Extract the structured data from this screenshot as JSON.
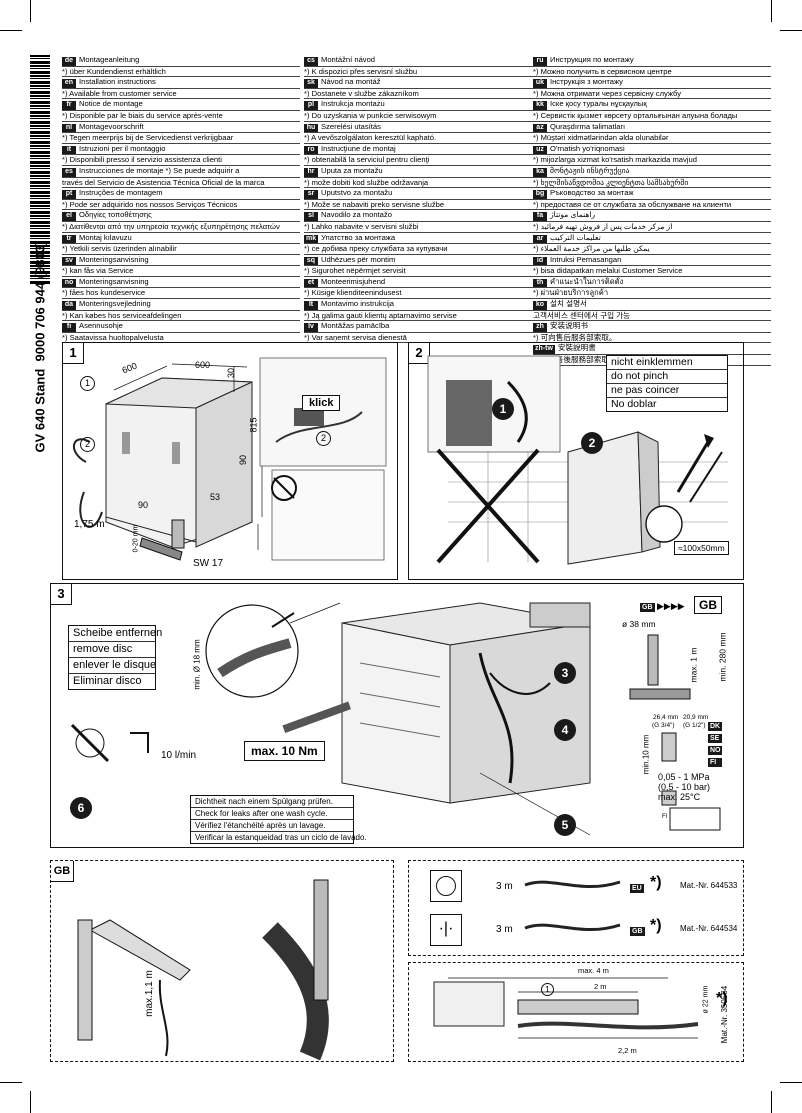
{
  "model_title": "GV 640 Stand",
  "doc_number": "9000 706 944 (9803)",
  "languages": {
    "col1": [
      {
        "code": "de",
        "title": "Montageanleitung",
        "note": "*) über Kundendienst erhältlich"
      },
      {
        "code": "en",
        "title": "Installation instructions",
        "note": "*) Available from customer service"
      },
      {
        "code": "fr",
        "title": "Notice de montage",
        "note": "*) Disponible par le biais du service après-vente"
      },
      {
        "code": "nl",
        "title": "Montagevoorschrift",
        "note": "*) Tegen meerprijs bij de Servicedienst verkrijgbaar"
      },
      {
        "code": "it",
        "title": "Istruzioni per il montaggio",
        "note": "*) Disponibili presso il servizio assistenza clienti"
      },
      {
        "code": "es",
        "title": "Instrucciones de montaje    *) Se puede adquirir a",
        "note": "través del Servicio de Asistencia Técnica Oficial de la marca"
      },
      {
        "code": "pt",
        "title": "Instruções de montagem",
        "note": "*) Pode ser adquirido nos nossos Serviços Técnicos"
      },
      {
        "code": "el",
        "title": "Οδηγίες τοποθέτησης",
        "note": "*) Διατίθενται από την υπηρεσία τεχνικής εξυπηρέτησης πελατών"
      },
      {
        "code": "tr",
        "title": "Montaj kılavuzu",
        "note": "*) Yetkili servis üzerinden alınabilir"
      },
      {
        "code": "sv",
        "title": "Monteringsanvisning",
        "note": "*) kan fås via Service"
      },
      {
        "code": "no",
        "title": "Monteringsanvisning",
        "note": "*) fåes hos kundeservice"
      },
      {
        "code": "da",
        "title": "Monteringsvejledning",
        "note": "*) Kan købes hos serviceafdelingen"
      },
      {
        "code": "fi",
        "title": "Asennusohje",
        "note": "*) Saatavissa huoltopalvelusta"
      }
    ],
    "col2": [
      {
        "code": "cs",
        "title": "Montážní návod",
        "note": "*) K dispozici přes servisní službu"
      },
      {
        "code": "sk",
        "title": "Návod na montáž",
        "note": "*) Dostanete v službe zákazníkom"
      },
      {
        "code": "pl",
        "title": "Instrukcja montażu",
        "note": "*) Do uzyskania w punkcie serwisowym"
      },
      {
        "code": "hu",
        "title": "Szerelési utasítás",
        "note": "*) A vevőszolgálaton keresztül kapható."
      },
      {
        "code": "ro",
        "title": "Instrucţiune de montaj",
        "note": "*) obtenabilă la serviciul pentru clienţi"
      },
      {
        "code": "hr",
        "title": "Uputa za montažu",
        "note": "*) može dobiti kod službe održavanja"
      },
      {
        "code": "sr",
        "title": "Uputstvo za montažu",
        "note": "*) Može se nabaviti preko servisne službe"
      },
      {
        "code": "sl",
        "title": "Navodilo za montažo",
        "note": "*) Lahko nabavite v servisni službi"
      },
      {
        "code": "mk",
        "title": "Упатство за монтажа",
        "note": "*) се добива преку службата за купувачи"
      },
      {
        "code": "sq",
        "title": "Udhëzues për montim",
        "note": "*) Sigurohet nëpërmjet servisit"
      },
      {
        "code": "et",
        "title": "Monteerimisjuhend",
        "note": "*) Küsige klienditeenindusest"
      },
      {
        "code": "lt",
        "title": "Montavimo instrukcija",
        "note": "*) Ją galima gauti klientų aptarnavimo servise"
      },
      {
        "code": "lv",
        "title": "Montāžas pamācība",
        "note": "*) Var saņemt servisa dienestā"
      }
    ],
    "col3": [
      {
        "code": "ru",
        "title": "Инструкция по монтажу",
        "note": "*) Можно получить в сервисном центре"
      },
      {
        "code": "uk",
        "title": "Інструкція з монтажу",
        "note": "*) Можна отримати через сервісну службу"
      },
      {
        "code": "kk",
        "title": "Іске қосу туралы нұсқаулық",
        "note": "*) Сервистік қызмет көрсету орталығынан алуына болады"
      },
      {
        "code": "az",
        "title": "Quraşdırma təlimatları",
        "note": "*) Müştəri xidmətlərindən əldə olunabilər"
      },
      {
        "code": "uz",
        "title": "O'rnatish yo'riqnomasi",
        "note": "*) mijozlarga xizmat ko'rsatish markazida mavjud"
      },
      {
        "code": "ka",
        "title": "მონტაჟის ინსტრუქცია",
        "note": "*) ხელმისაწვდომია კლიენტთა სამსახურში"
      },
      {
        "code": "bg",
        "title": "Ръководство за монтаж",
        "note": "*) предоставя се от службата за обслужване на клиенти"
      },
      {
        "code": "fa",
        "title": "راهنمای مونتاژ",
        "note": "*) از مرکز خدمات پس از فروش تهیه فرمائید"
      },
      {
        "code": "ar",
        "title": "تعليمات التركيب",
        "note": "*) يمكن طلبها من مراكز خدمة العملاء"
      },
      {
        "code": "id",
        "title": "Intruksi Pemasangan",
        "note": "*)  bisa didapatkan melalui Customer Service"
      },
      {
        "code": "th",
        "title": "คำแนะนำในการติดตั้ง",
        "note": "*) ผ่านฝ่ายบริการลูกค้า"
      },
      {
        "code": "ko",
        "title": "설치 설명서",
        "note": "고객서비스 센터에서 구입 가능"
      },
      {
        "code": "zh",
        "title": "安装说明书",
        "note": "*) 可向售后服务部索取。"
      },
      {
        "code": "zh-tw",
        "title": "安裝說明書",
        "note": "*) 可向售後服務部索取"
      }
    ]
  },
  "panel1": {
    "number": "1",
    "dims": {
      "width1": "600",
      "width2": "600",
      "depth": "30",
      "height": "815",
      "offset": "90",
      "toe_a": "90",
      "toe_b": "53",
      "adj": "0-20 mm"
    },
    "hose_length": "1,75 m",
    "wrench": "SW 17",
    "click_label": "klick",
    "parts": {
      "part1": "1",
      "part2": "2",
      "inset_part": "2"
    }
  },
  "panel2": {
    "number": "2",
    "step1": "1",
    "step2": "2",
    "warning_lines": [
      "nicht einklemmen",
      "do not pinch",
      "ne pas coincer",
      "No doblar"
    ],
    "opening": "≈100x50mm"
  },
  "panel3": {
    "number": "3",
    "disc_lines": [
      "Scheibe entfernen",
      "remove disc",
      "enlever le disque",
      "Eliminar disco"
    ],
    "min_diameter": "min. Ø 18 mm",
    "torque": "max. 10 Nm",
    "flow": "10 l/min",
    "step3": "3",
    "step4": "4",
    "step5": "5",
    "step6": "6",
    "gb_badge": "GB",
    "gb_tag": "GB",
    "pipe_dia": "ø 38 mm",
    "heights": {
      "max": "max. 1 m",
      "min": "min. 280 mm"
    },
    "thread_a": "26,4 mm",
    "thread_b": "20,9 mm",
    "thread_a_in": "(G 3/4\")",
    "thread_b_in": "(G 1/2\")",
    "min_len": "min.10 mm",
    "country_tags": [
      "DK",
      "SE",
      "NO",
      "FI"
    ],
    "pressure_lines": [
      "0,05 - 1 MPa",
      "(0,5 - 10 bar)",
      "max. 25°C"
    ],
    "fi_label": "FI",
    "leak_lines": [
      "Dichtheit nach einem Spülgang prüfen.",
      "Check for leaks after one wash cycle.",
      "Vérifiez l'étanchéité après un lavage.",
      "Verificar la estanqueidad tras un ciclo de lavado."
    ]
  },
  "panel_gb": {
    "label": "GB",
    "height": "max.1,1 m"
  },
  "accessories": [
    {
      "length": "3 m",
      "region": "EU",
      "mat": "Mat.-Nr. 644533"
    },
    {
      "length": "3 m",
      "region": "GB",
      "mat": "Mat.-Nr. 644534"
    }
  ],
  "extension": {
    "total": "max. 4 m",
    "segment": "2 m",
    "diameter": "ø 22 mm",
    "length2": "2,2 m",
    "part": "1",
    "mat": "Mat.-Nr. 350564"
  },
  "footnote_mark": "*)"
}
